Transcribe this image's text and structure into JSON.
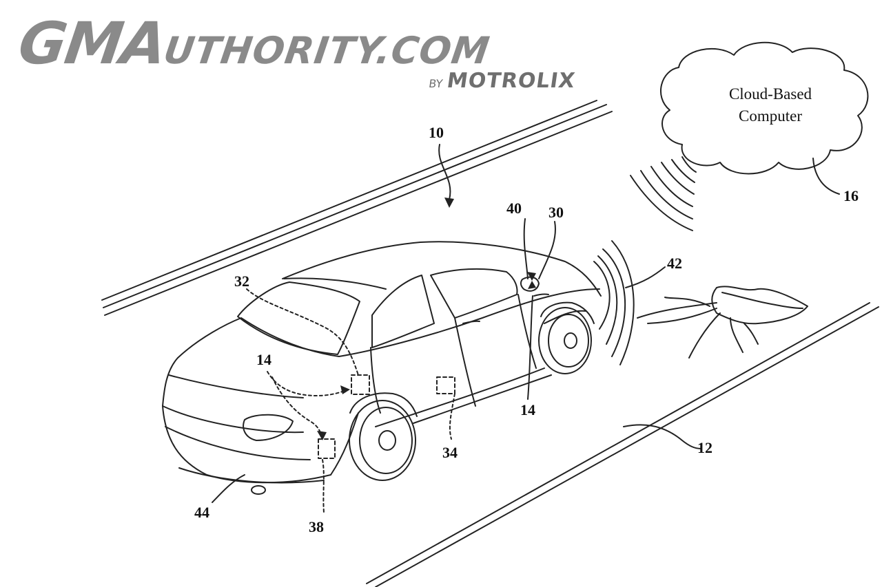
{
  "logo": {
    "primary": "GMA",
    "secondary": "UTHORITY.COM",
    "by": "BY",
    "brand": "MOTROLIX",
    "color": "#8a8a8a"
  },
  "cloud": {
    "line1": "Cloud-Based",
    "line2": "Computer"
  },
  "labels": {
    "r10": "10",
    "r16": "16",
    "r40": "40",
    "r30": "30",
    "r42": "42",
    "r32": "32",
    "r14a": "14",
    "r14b": "14",
    "r34": "34",
    "r12": "12",
    "r44": "44",
    "r38": "38"
  }
}
